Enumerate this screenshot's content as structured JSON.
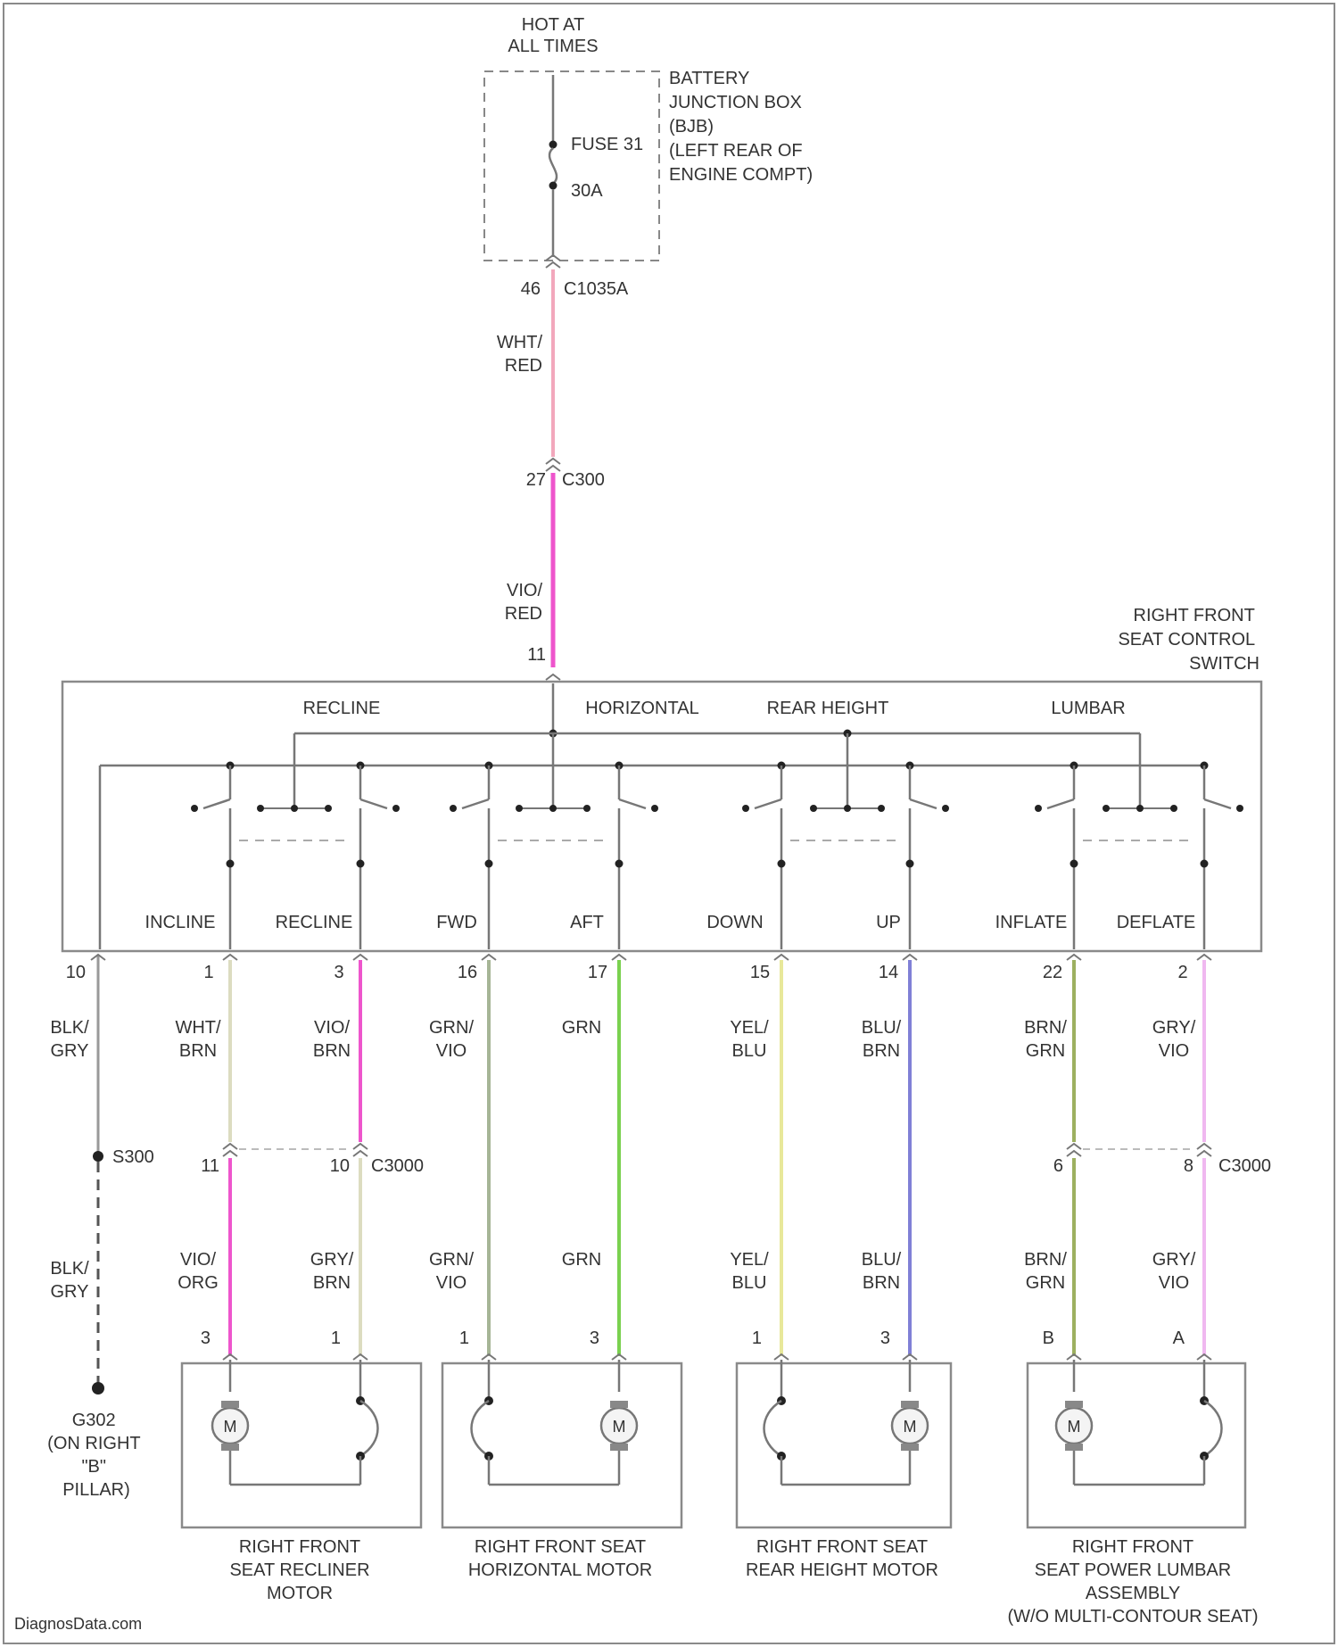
{
  "top": {
    "source": [
      "HOT AT",
      "ALL TIMES"
    ],
    "box_title": [
      "BATTERY",
      "JUNCTION BOX",
      "(BJB)",
      "(LEFT REAR OF",
      "ENGINE COMPT)"
    ],
    "fuse_name": "FUSE 31",
    "fuse_rating": "30A",
    "conn1_pin": "46",
    "conn1_name": "C1035A",
    "wire1": [
      "WHT/",
      "RED"
    ],
    "conn2_pin": "27",
    "conn2_name": "C300",
    "wire2": [
      "VIO/",
      "RED"
    ],
    "switch_pin": "11"
  },
  "switch": {
    "title": [
      "RIGHT FRONT",
      "SEAT CONTROL",
      "SWITCH"
    ],
    "groups": [
      "RECLINE",
      "HORIZONTAL",
      "REAR HEIGHT",
      "LUMBAR"
    ],
    "outputs": [
      "INCLINE",
      "RECLINE",
      "FWD",
      "AFT",
      "DOWN",
      "UP",
      "INFLATE",
      "DEFLATE"
    ]
  },
  "ground": {
    "pin": "10",
    "wire": [
      "BLK/",
      "GRY"
    ],
    "splice": "S300",
    "wire2": [
      "BLK/",
      "GRY"
    ],
    "point": "G302",
    "note": [
      "(ON RIGHT",
      "\"B\"",
      "PILLAR)"
    ]
  },
  "circuits": [
    {
      "pin": "1",
      "wire": [
        "WHT/",
        "BRN"
      ],
      "color": "#dcdcc0"
    },
    {
      "pin": "3",
      "wire": [
        "VIO/",
        "BRN"
      ],
      "color": "#ee55cc"
    },
    {
      "pin": "16",
      "wire": [
        "GRN/",
        "VIO"
      ],
      "color": "#a6b596"
    },
    {
      "pin": "17",
      "wire": [
        "GRN"
      ],
      "color": "#7ad14f"
    },
    {
      "pin": "15",
      "wire": [
        "YEL/",
        "BLU"
      ],
      "color": "#e8e89a"
    },
    {
      "pin": "14",
      "wire": [
        "BLU/",
        "BRN"
      ],
      "color": "#8080d6"
    },
    {
      "pin": "22",
      "wire": [
        "BRN/",
        "GRN"
      ],
      "color": "#9db060"
    },
    {
      "pin": "2",
      "wire": [
        "GRY/",
        "VIO"
      ],
      "color": "#f0b8f0"
    }
  ],
  "c3000": {
    "name": "C3000",
    "pins": [
      "11",
      "10",
      "6",
      "8"
    ]
  },
  "lower_wires": [
    {
      "wire": [
        "VIO/",
        "ORG"
      ],
      "color": "#ee55cc",
      "pin": "3"
    },
    {
      "wire": [
        "GRY/",
        "BRN"
      ],
      "color": "#dcdcc0",
      "pin": "1"
    },
    {
      "wire": [
        "GRN/",
        "VIO"
      ],
      "color": "#a6b596",
      "pin": "1"
    },
    {
      "wire": [
        "GRN"
      ],
      "color": "#7ad14f",
      "pin": "3"
    },
    {
      "wire": [
        "YEL/",
        "BLU"
      ],
      "color": "#e8e89a",
      "pin": "1"
    },
    {
      "wire": [
        "BLU/",
        "BRN"
      ],
      "color": "#8080d6",
      "pin": "3"
    },
    {
      "wire": [
        "BRN/",
        "GRN"
      ],
      "color": "#9db060",
      "pin": "B"
    },
    {
      "wire": [
        "GRY/",
        "VIO"
      ],
      "color": "#f0b8f0",
      "pin": "A"
    }
  ],
  "motors": [
    {
      "label": [
        "RIGHT FRONT",
        "SEAT RECLINER",
        "MOTOR"
      ],
      "symbol": "M"
    },
    {
      "label": [
        "RIGHT FRONT SEAT",
        "HORIZONTAL MOTOR"
      ],
      "symbol": "M"
    },
    {
      "label": [
        "RIGHT FRONT SEAT",
        "REAR HEIGHT MOTOR"
      ],
      "symbol": "M"
    },
    {
      "label": [
        "RIGHT FRONT",
        "SEAT POWER LUMBAR",
        "ASSEMBLY",
        "(W/O MULTI-CONTOUR SEAT)"
      ],
      "symbol": "M"
    }
  ],
  "footer": "DiagnosData.com",
  "colors": {
    "line": "#777777",
    "feed_pink": "#f2a8bc",
    "feed_magenta": "#ee55cc"
  }
}
